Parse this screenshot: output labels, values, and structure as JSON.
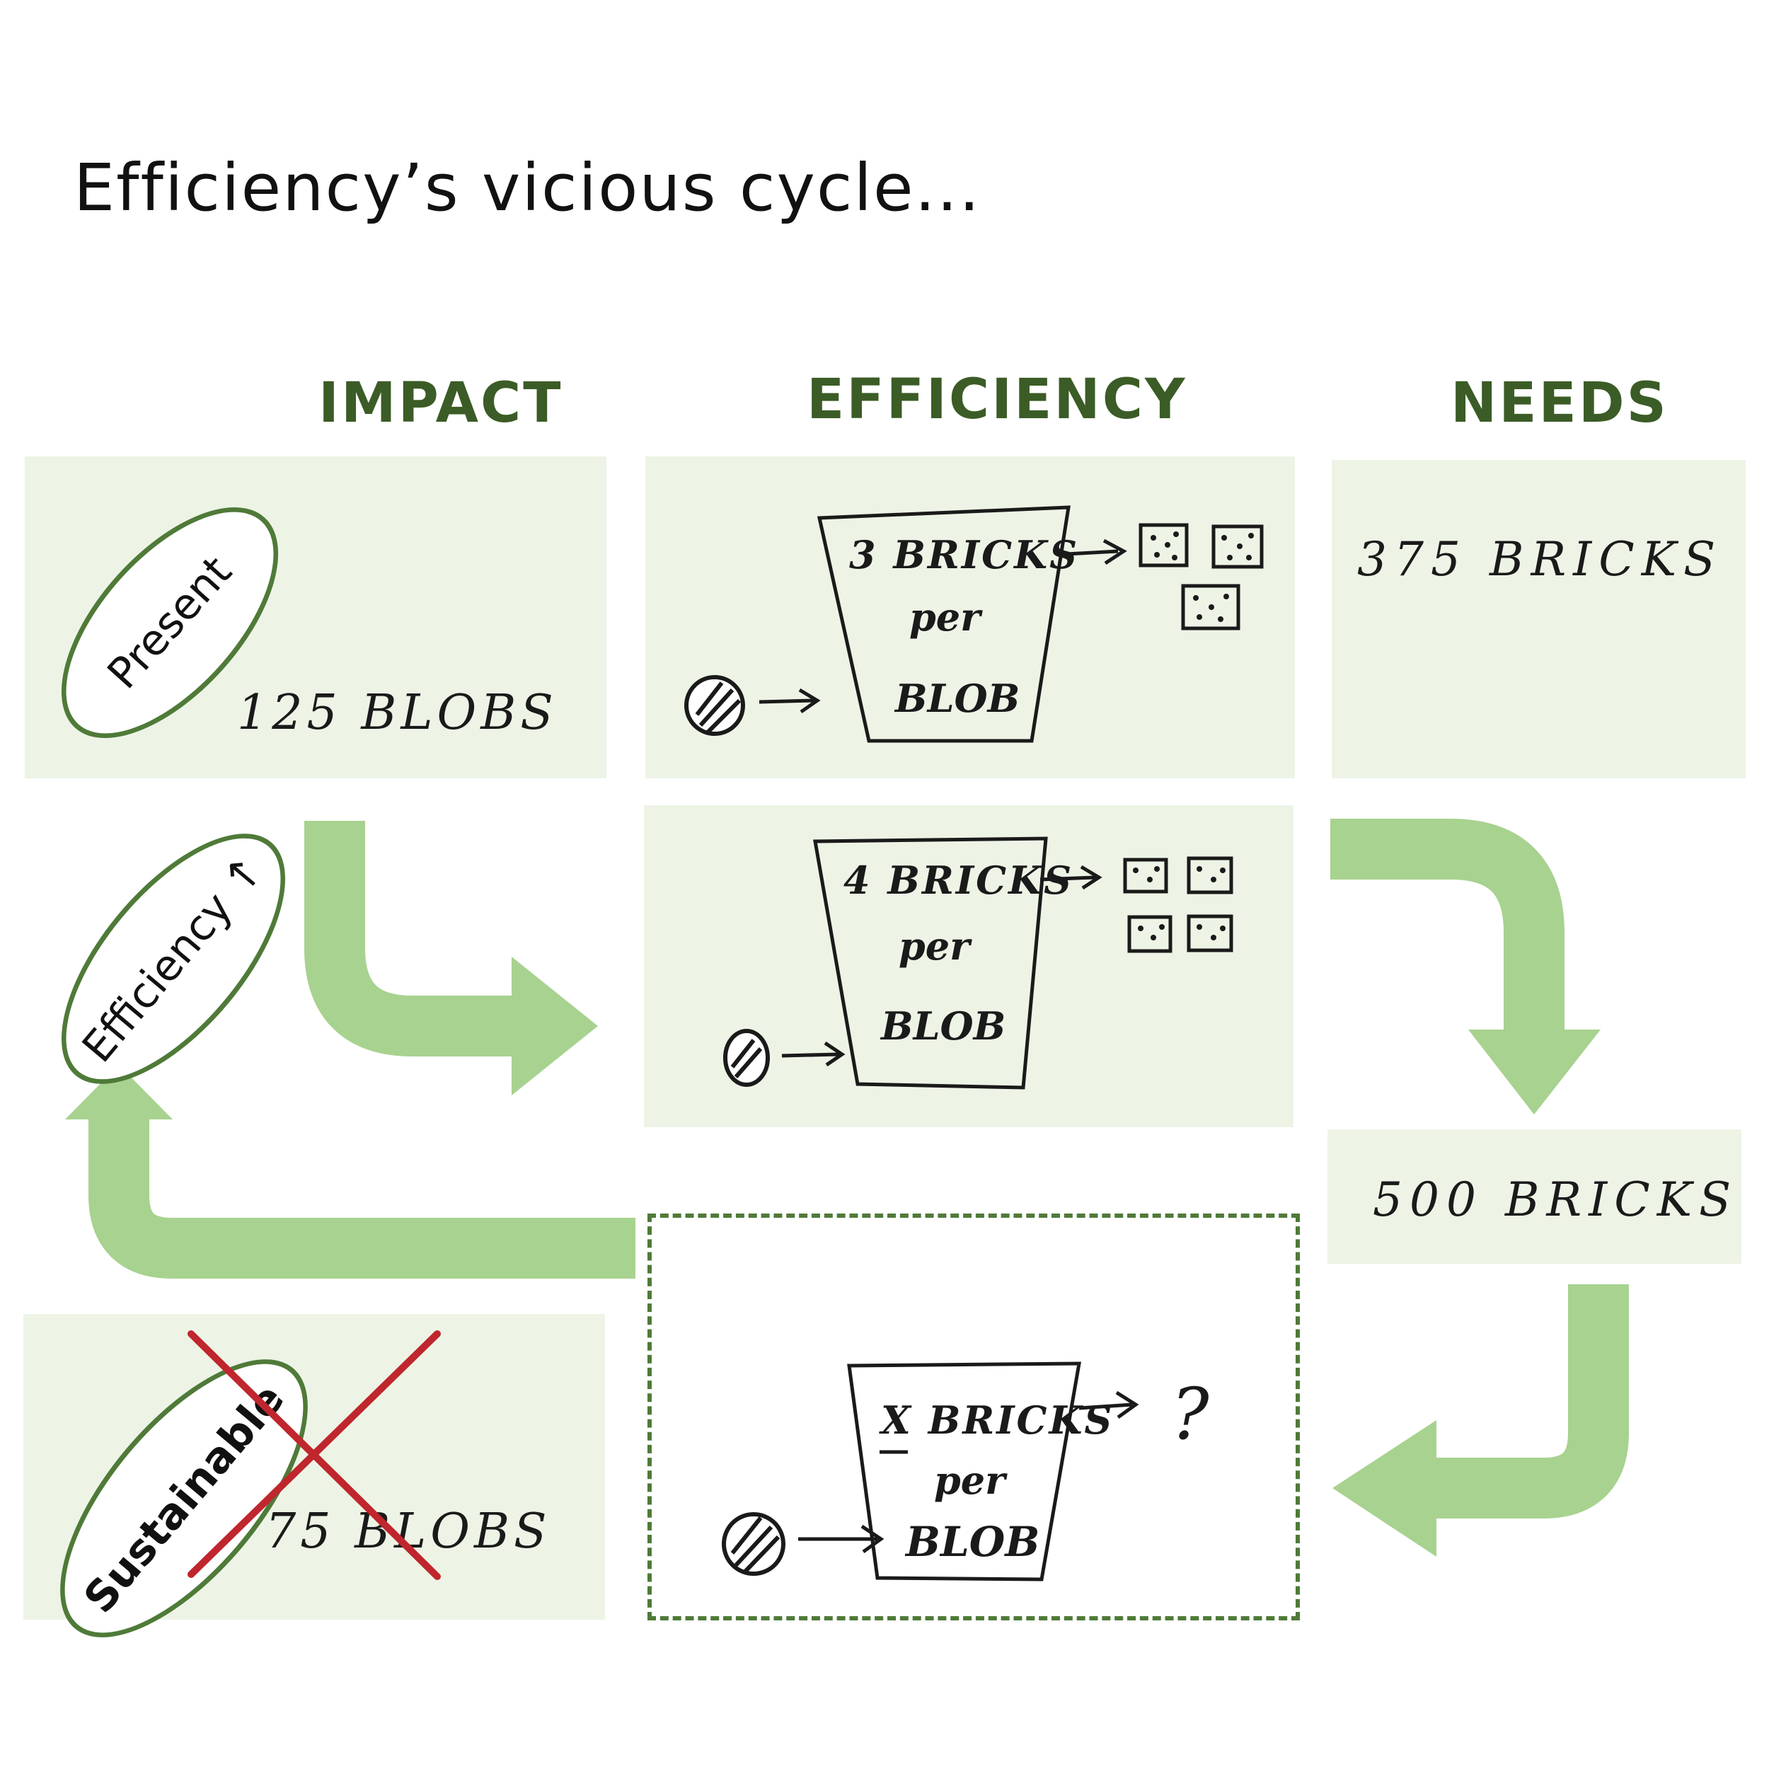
{
  "title": "Efficiency’s vicious cycle...",
  "columns": {
    "impact": "IMPACT",
    "efficiency": "EFFICIENCY",
    "needs": "NEEDS"
  },
  "ovals": {
    "present": "Present",
    "efficiency": "Efficiency ↑",
    "sustainable": "Sustainable"
  },
  "impact": {
    "present_value": "125 BLOBS",
    "sustainable_value": "75 BLOBS"
  },
  "buckets": [
    {
      "line1": "3 BRICKS",
      "line2": "per",
      "line3": "BLOB"
    },
    {
      "line1": "4 BRICKS",
      "line2": "per",
      "line3": "BLOB"
    },
    {
      "line1": "X BRICKS",
      "line2": "per",
      "line3": "BLOB",
      "output": "?"
    }
  ],
  "needs": {
    "first": "375 BRICKS",
    "second": "500 BRICKS"
  },
  "colors": {
    "panel": "#edf4e6",
    "arrow": "#a8d28f",
    "heading": "#3b5c26",
    "oval_border": "#4f7a38",
    "cross": "#c0262d"
  }
}
